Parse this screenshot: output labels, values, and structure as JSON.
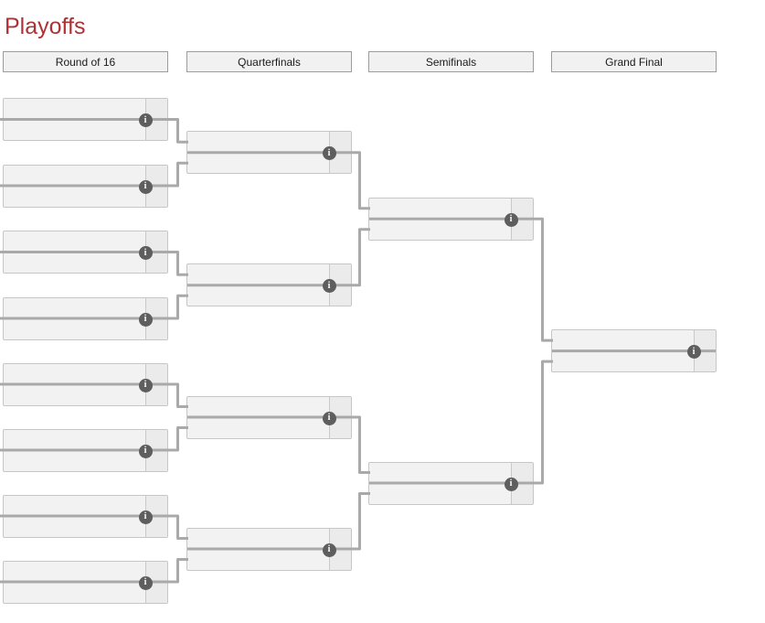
{
  "page": {
    "title": "Playoffs"
  },
  "bracket": {
    "rounds": [
      {
        "id": "round-of-16",
        "label": "Round of 16",
        "match_count": 8
      },
      {
        "id": "quarterfinals",
        "label": "Quarterfinals",
        "match_count": 4
      },
      {
        "id": "semifinals",
        "label": "Semifinals",
        "match_count": 2
      },
      {
        "id": "grand-final",
        "label": "Grand Final",
        "match_count": 1
      }
    ],
    "match": {
      "team_slots_per_match": 2,
      "teams_text": "",
      "scores_text": ""
    }
  },
  "icons": {
    "info": {
      "name": "info-icon",
      "glyph": "i"
    }
  },
  "colors": {
    "background": "#ffffff",
    "title_text": "#ad3236",
    "header_fill": "#f1f1f1",
    "header_border": "#9c9c9c",
    "header_text": "#1a1a1a",
    "match_fill": "#f2f2f2",
    "match_border": "#c6c6c6",
    "score_column_fill": "#ebebeb",
    "divider": "#c9c9c9",
    "connector_line": "#a9a9a9",
    "info_icon_fill": "#5e5e5e",
    "info_icon_glyph_color": "#ffffff"
  }
}
